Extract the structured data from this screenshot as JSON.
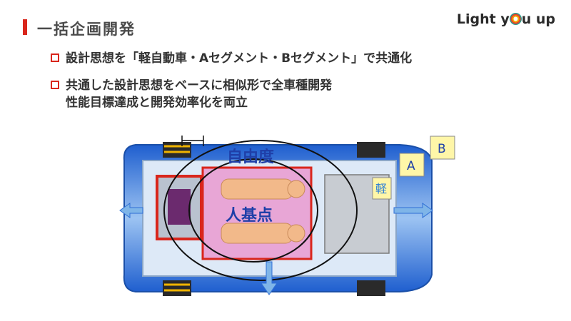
{
  "header": {
    "title": "一括企画開発",
    "logo_text_before": "Light y",
    "logo_text_after": "u up"
  },
  "bullets": [
    {
      "line1": "設計思想を「軽自動車・Aセグメント・Bセグメント」で共通化",
      "line2": ""
    },
    {
      "line1": "共通した設計思想をベースに相似形で全車種開発",
      "line2": "性能目標達成と開発効率化を両立"
    }
  ],
  "diagram": {
    "label_freedom": "自由度",
    "label_human_base": "人基点",
    "label_kei": "軽",
    "label_a": "A",
    "label_b": "B"
  },
  "colors": {
    "accent_red": "#d9261c",
    "car_blue": "#2f6fd6",
    "cabin_pink": "#e8a6d6",
    "label_yellow": "#fff6a8",
    "arrow_fill": "#7fb5e8"
  }
}
